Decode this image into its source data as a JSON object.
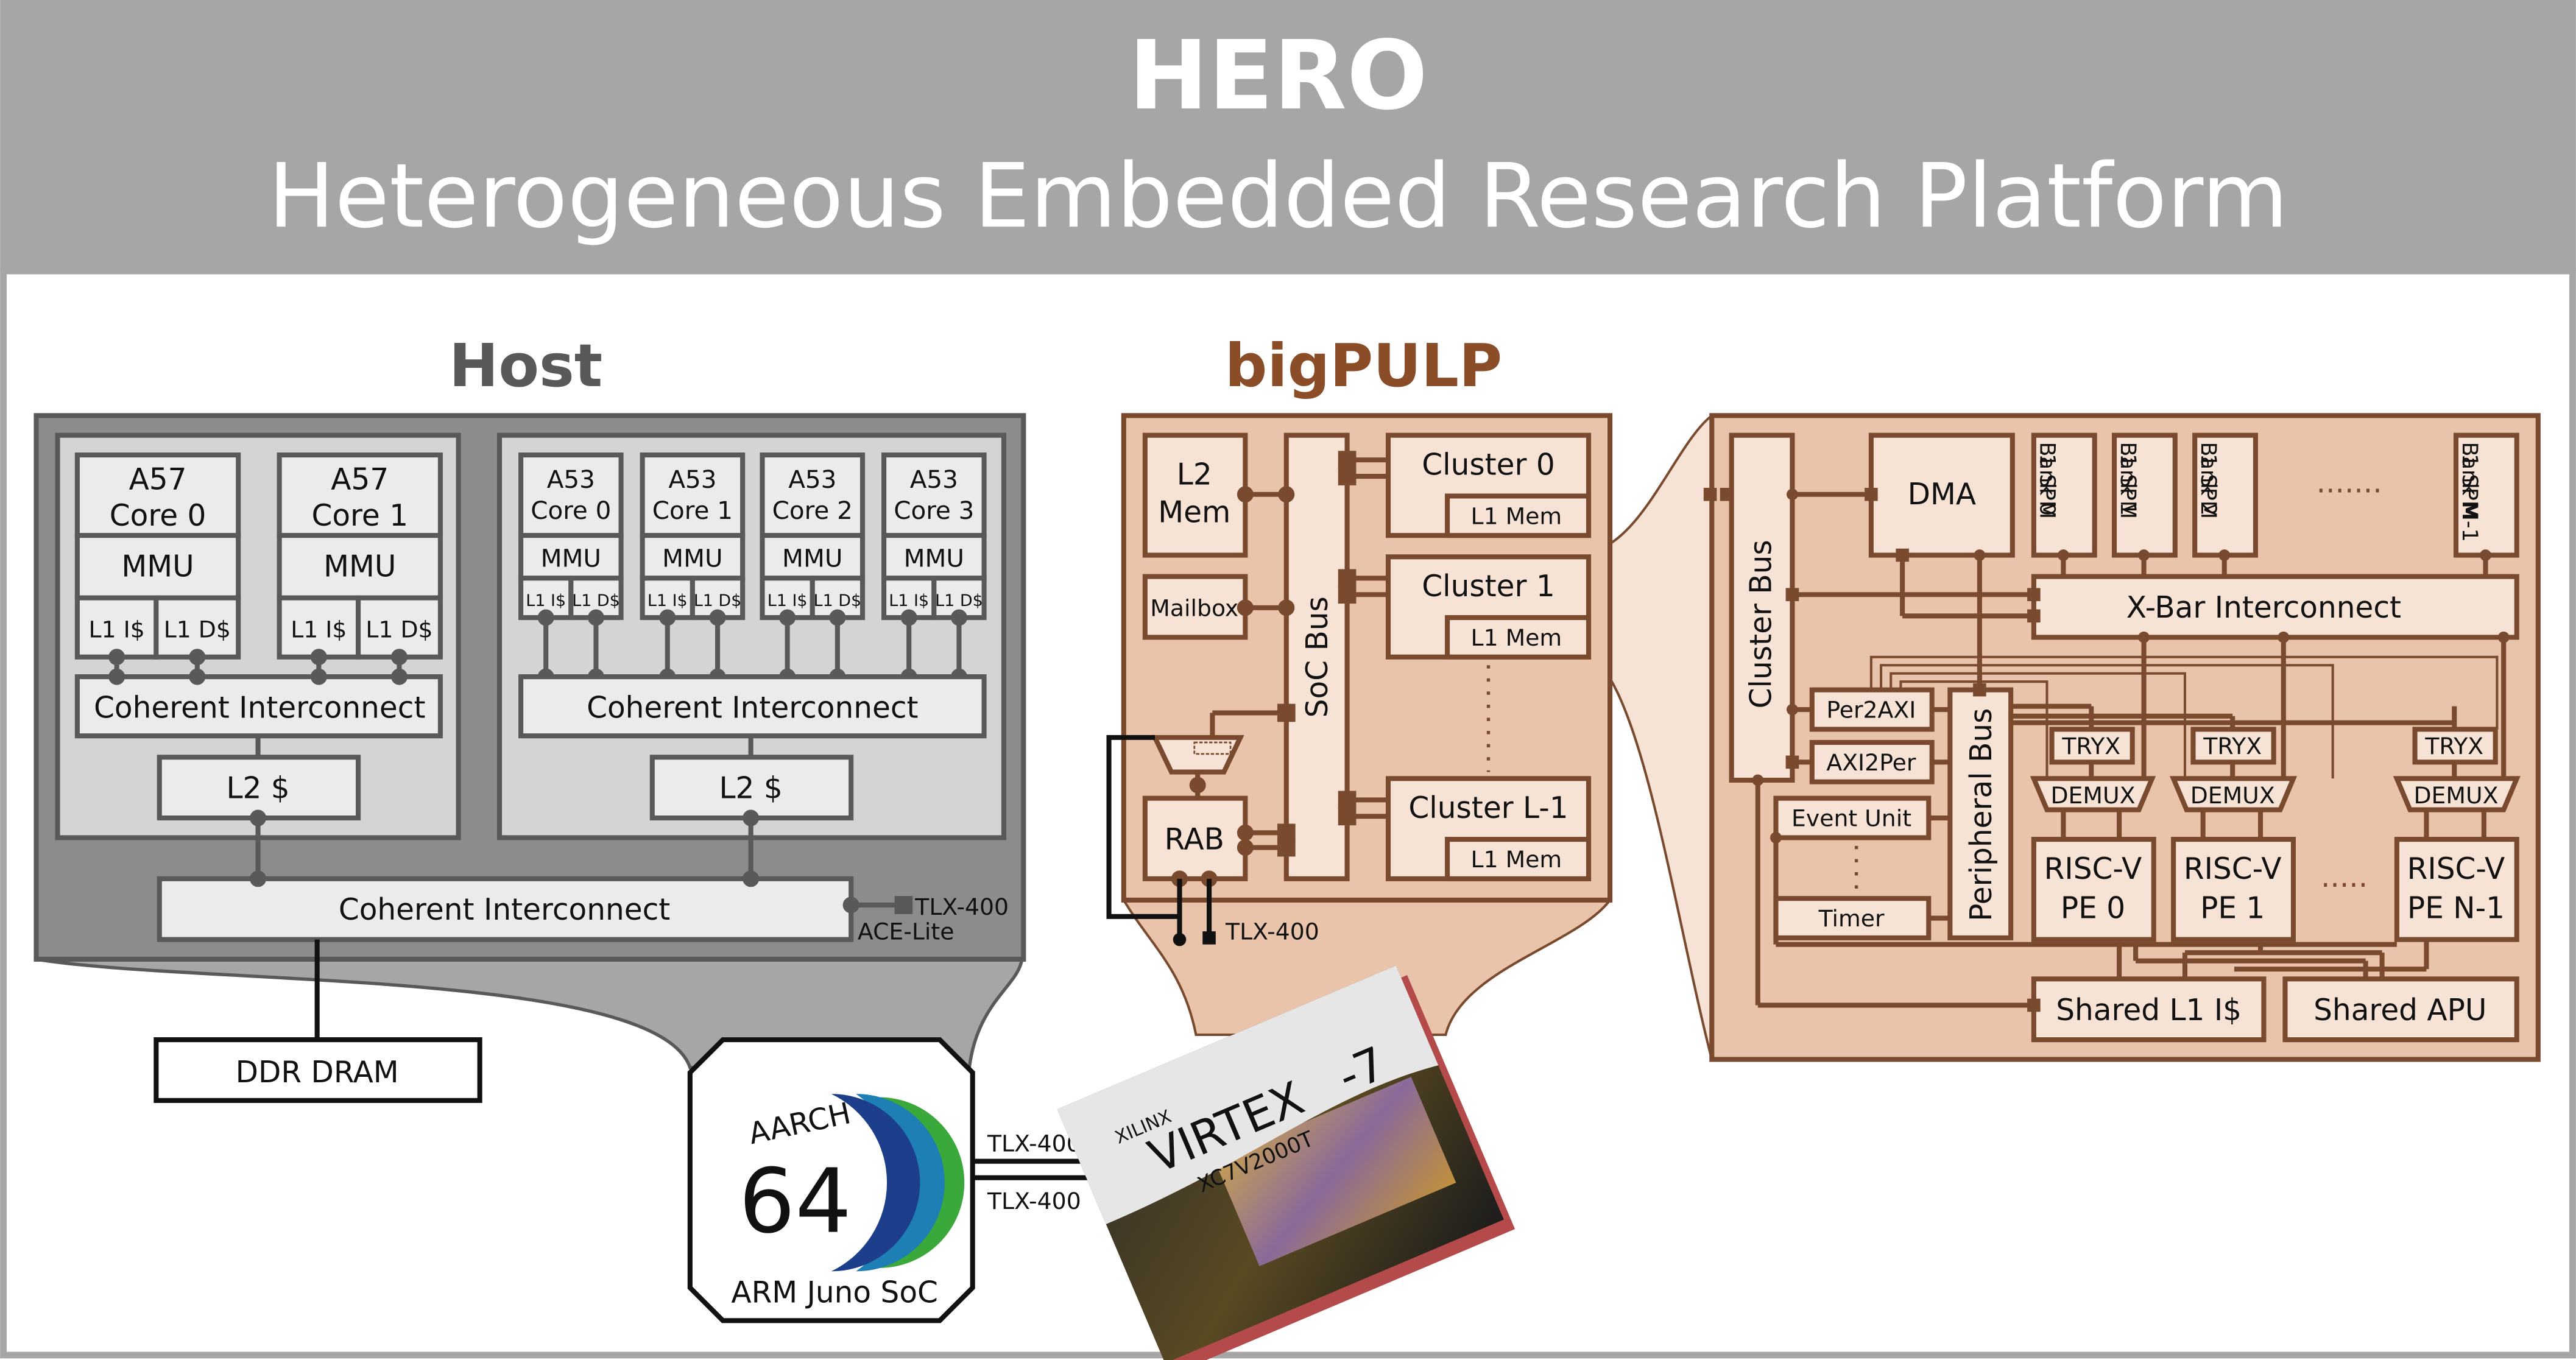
{
  "header": {
    "title": "HERO",
    "subtitle": "Heterogeneous Embedded Research Platform"
  },
  "host": {
    "heading": "Host",
    "a57_cores": [
      {
        "name": "A57",
        "core": "Core 0"
      },
      {
        "name": "A57",
        "core": "Core 1"
      }
    ],
    "a53_cores": [
      {
        "name": "A53",
        "core": "Core 0"
      },
      {
        "name": "A53",
        "core": "Core 1"
      },
      {
        "name": "A53",
        "core": "Core 2"
      },
      {
        "name": "A53",
        "core": "Core 3"
      }
    ],
    "mmu": "MMU",
    "l1i": "L1 I$",
    "l1d": "L1 D$",
    "coherent_interconnect": "Coherent Interconnect",
    "l2": "L2 $",
    "main_interconnect": "Coherent Interconnect",
    "tlx": "TLX-400",
    "ace_lite": "ACE-Lite",
    "ddr": "DDR DRAM"
  },
  "soc": {
    "logo_top": "AARCH",
    "logo_num": "64",
    "label": "ARM Juno SoC",
    "link_top": "TLX-400",
    "link_bottom": "TLX-400"
  },
  "fpga": {
    "brand": "XILINX",
    "family": "VIRTEX",
    "generation": "-7",
    "part": "XC7V2000T"
  },
  "bigpulp": {
    "heading": "bigPULP",
    "l2_line1": "L2",
    "l2_line2": "Mem",
    "mailbox": "Mailbox",
    "soc_bus": "SoC Bus",
    "rab": "RAB",
    "tlx": "TLX-400",
    "clusters": [
      {
        "name": "Cluster 0",
        "mem": "L1 Mem"
      },
      {
        "name": "Cluster 1",
        "mem": "L1 Mem"
      },
      {
        "name": "Cluster L-1",
        "mem": "L1 Mem"
      }
    ]
  },
  "cluster": {
    "cluster_bus": "Cluster Bus",
    "dma": "DMA",
    "banks": [
      {
        "line1": "L1 SPM",
        "line2": "Bank 0"
      },
      {
        "line1": "L1 SPM",
        "line2": "Bank 1"
      },
      {
        "line1": "L1 SPM",
        "line2": "Bank 2"
      },
      {
        "line1": "L1 SPM",
        "line2": "Bank M-1"
      }
    ],
    "bank_ellipsis": "·······",
    "xbar": "X-Bar Interconnect",
    "per2axi": "Per2AXI",
    "axi2per": "AXI2Per",
    "event_unit": "Event Unit",
    "timer": "Timer",
    "peripheral_bus": "Peripheral Bus",
    "tryx": "TRYX",
    "demux": "DEMUX",
    "pes": [
      {
        "line1": "RISC-V",
        "line2": "PE 0"
      },
      {
        "line1": "RISC-V",
        "line2": "PE 1"
      },
      {
        "line1": "RISC-V",
        "line2": "PE N-1"
      }
    ],
    "pe_ellipsis": "·····",
    "shared_icache": "Shared L1 I$",
    "shared_apu": "Shared APU"
  },
  "colors": {
    "header_bg": "#a6a6a6",
    "host_dark": "#8c8c8c",
    "host_mid": "#d4d4d4",
    "host_light": "#ebebeb",
    "host_line": "#595959",
    "pulp_bg": "#e9c4ab",
    "pulp_fill": "#f6e3d6",
    "pulp_line": "#7a4a2e",
    "pulp_heading": "#8b4d28"
  }
}
